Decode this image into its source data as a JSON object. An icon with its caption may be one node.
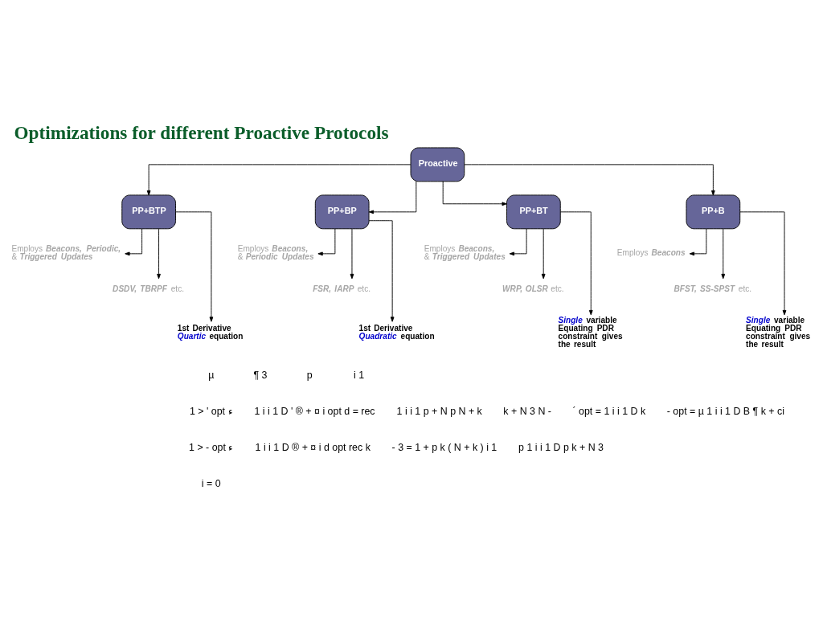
{
  "diagram": {
    "title": "Optimizations for different Proactive Protocols",
    "nodes": [
      {
        "text": [
          "Proactive"
        ]
      },
      {
        "text": [
          "PP+BTP"
        ]
      },
      {
        "text": [
          "PP+BP"
        ]
      },
      {
        "text": [
          "PP+BT"
        ]
      },
      {
        "text": [
          "PP+B"
        ]
      },
      {
        "text": [
          "Employs *Beacons, Periodic,* & *Triggered Updates*"
        ]
      },
      {
        "text": [
          "*DSDV, TBRPF* etc."
        ]
      },
      {
        "text": [
          "1st Derivative *Quartic* equation"
        ]
      },
      {
        "text": [
          "Employs *Beacons,* & *Periodic Updates*"
        ]
      },
      {
        "text": [
          "*FSR, IARP* etc."
        ]
      },
      {
        "text": [
          "1st Derivative *Quadratic* equation"
        ]
      },
      {
        "text": [
          "Employs *Beacons,* & *Triggered Updates*"
        ]
      },
      {
        "text": [
          "*WRP, OLSR* etc."
        ]
      },
      {
        "text": [
          "*Single* variable Equating PDR constraint gives the result"
        ]
      },
      {
        "text": [
          "Employs *Beacons*"
        ]
      },
      {
        "text": [
          "*BFST, SS-SPST* etc."
        ]
      },
      {
        "text": [
          "*Single* variable Equating PDR constraint gives the result"
        ]
      }
    ],
    "edges": [
      {
        "from": 0,
        "to": 1,
        "arrow": "to"
      },
      {
        "from": 0,
        "to": 2,
        "arrow": "to"
      },
      {
        "from": 0,
        "to": 3,
        "arrow": "to"
      },
      {
        "from": 0,
        "to": 4,
        "arrow": "to"
      },
      {
        "from": 1,
        "to": 5,
        "arrow": "to"
      },
      {
        "from": 1,
        "to": 6,
        "arrow": "to"
      },
      {
        "from": 1,
        "to": 7,
        "arrow": "to"
      },
      {
        "from": 2,
        "to": 8,
        "arrow": "to"
      },
      {
        "from": 2,
        "to": 9,
        "arrow": "to"
      },
      {
        "from": 2,
        "to": 10,
        "arrow": "to"
      },
      {
        "from": 3,
        "to": 11,
        "arrow": "to"
      },
      {
        "from": 3,
        "to": 12,
        "arrow": "to"
      },
      {
        "from": 3,
        "to": 13,
        "arrow": "to"
      },
      {
        "from": 4,
        "to": 14,
        "arrow": "to"
      },
      {
        "from": 4,
        "to": 15,
        "arrow": "to"
      },
      {
        "from": 4,
        "to": 16,
        "arrow": "to"
      }
    ],
    "labels": [
      "µ",
      "¶ 3",
      "p",
      "i 1",
      "1 > ' opt ء",
      "1 i i 1 D ' ® + ¤ i opt d = rec",
      "1 i i 1 p + N p N + k",
      "k + N 3 N -",
      "´ opt = 1 i i 1 D k",
      "- opt = µ 1 i i 1 D B ¶ k + ci",
      "1 > - opt ء",
      "1 i i 1 D ® + ¤ i d opt rec k",
      "- 3 = 1 + p k ( N + k ) i 1",
      "p 1 i i 1 D p k + N 3",
      "i = 0"
    ]
  }
}
